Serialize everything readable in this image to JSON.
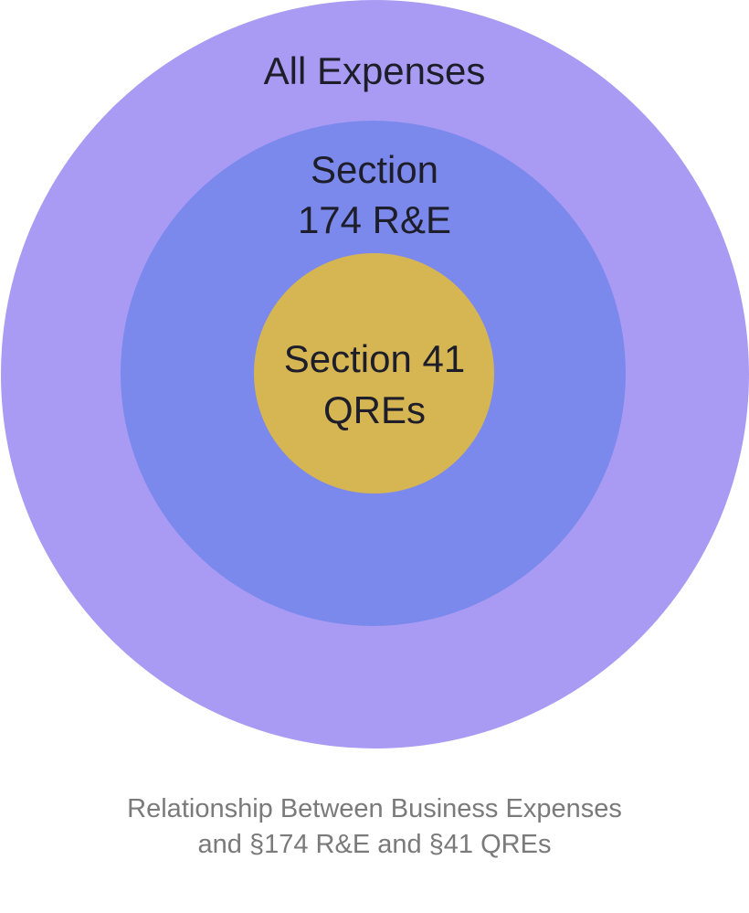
{
  "diagram": {
    "outer": {
      "label": "All Expenses",
      "color": "#a99bf3"
    },
    "middle": {
      "label_lines": [
        "Section",
        "174 R&E"
      ],
      "color": "#7b89ec"
    },
    "inner": {
      "label_lines": [
        "Section 41",
        "QREs"
      ],
      "color": "#d6b553"
    }
  },
  "caption": {
    "lines": [
      "Relationship Between Business Expenses",
      "and §174 R&E and §41 QREs"
    ]
  }
}
